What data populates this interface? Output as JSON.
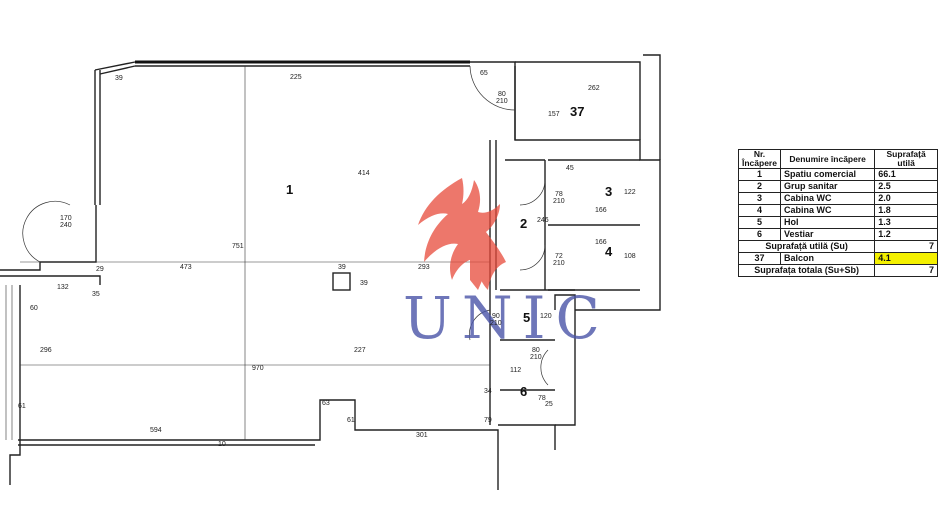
{
  "rooms": {
    "r1": "1",
    "r2": "2",
    "r3": "3",
    "r4": "4",
    "r5": "5",
    "r6": "6",
    "r37": "37"
  },
  "dims": {
    "d_top_39": "39",
    "d_top_225": "225",
    "d_top_65": "65",
    "d_top_262": "262",
    "d_80": "80",
    "d_210a": "210",
    "d_157": "157",
    "d_414": "414",
    "d_751": "751",
    "d_473": "473",
    "d_39b": "39",
    "d_293": "293",
    "d_39v": "39",
    "d_227": "227",
    "d_970": "970",
    "d_594": "594",
    "d_301": "301",
    "d_63": "63",
    "d_61": "61",
    "d_45": "45",
    "d_78": "78",
    "d_210b": "210",
    "d_166a": "166",
    "d_122": "122",
    "d_246": "246",
    "d_166b": "166",
    "d_108": "108",
    "d_72": "72",
    "d_210c": "210",
    "d_90": "90",
    "d_210d": "210",
    "d_120": "120",
    "d_80b": "80",
    "d_210e": "210",
    "d_112": "112",
    "d_34": "34",
    "d_78b": "78",
    "d_25": "25",
    "d_79": "79",
    "d_170": "170",
    "d_240": "240",
    "d_29": "29",
    "d_132": "132",
    "d_35": "35",
    "d_296": "296",
    "d_60": "60",
    "d_10": "10",
    "d_61b": "61"
  },
  "watermark": {
    "text": "UNIC"
  },
  "legend": {
    "header": {
      "nr": "Nr. Încăpere",
      "name": "Denumire încăpere",
      "area": "Suprafață utilă"
    },
    "rows": [
      {
        "nr": "1",
        "name": "Spatiu comercial",
        "area": "66.1"
      },
      {
        "nr": "2",
        "name": "Grup sanitar",
        "area": "2.5"
      },
      {
        "nr": "3",
        "name": "Cabina WC",
        "area": "2.0"
      },
      {
        "nr": "4",
        "name": "Cabina WC",
        "area": "1.8"
      },
      {
        "nr": "5",
        "name": "Hol",
        "area": "1.3"
      },
      {
        "nr": "6",
        "name": "Vestiar",
        "area": "1.2"
      }
    ],
    "sum_useful": {
      "label": "Suprafață utilă (Su)",
      "value": "7"
    },
    "balcony": {
      "nr": "37",
      "name": "Balcon",
      "area": "4.1"
    },
    "sum_total": {
      "label": "Suprafața totala (Su+Sb)",
      "value": "7"
    }
  },
  "colors": {
    "watermark_bird": "#e84a3a",
    "watermark_text": "#4a55a8",
    "highlight": "#f4f000"
  }
}
